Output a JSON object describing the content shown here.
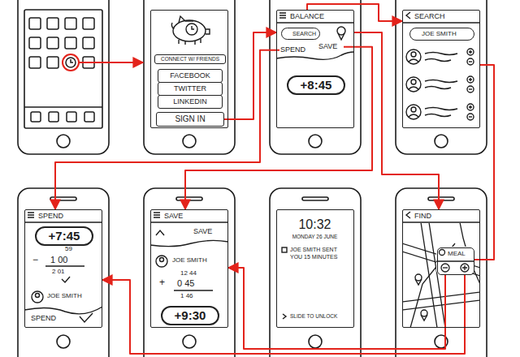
{
  "diagram": {
    "nodes": [
      {
        "text": [
          "CONNECT W/ FRIENDS"
        ]
      },
      {
        "text": [
          "FACEBOOK"
        ],
        "in": 0
      },
      {
        "text": [
          "TWITTER"
        ],
        "in": 0
      },
      {
        "text": [
          "LINKEDIN"
        ],
        "in": 0
      },
      {
        "text": [
          "SIGN IN"
        ],
        "in": 0
      },
      {
        "text": [
          "BALANCE"
        ]
      },
      {
        "text": [
          "SEARCH"
        ],
        "in": 5
      },
      {
        "text": [
          "SPEND"
        ],
        "in": 5
      },
      {
        "text": [
          "SAVE"
        ],
        "in": 5
      },
      {
        "text": [
          "+8:45"
        ],
        "in": 5
      },
      {
        "text": [
          "SEARCH"
        ]
      },
      {
        "text": [
          "JOE SMITH"
        ],
        "in": 10
      },
      {
        "text": [
          "SPEND"
        ]
      },
      {
        "text": [
          "+7:45"
        ],
        "in": 12
      },
      {
        "text": [
          "SAVE"
        ]
      },
      {
        "text": [
          "+9:30"
        ],
        "in": 14
      },
      {
        "text": [
          "10:32",
          "MONDAY 26 JUNE"
        ]
      },
      {
        "text": [
          "JOE SMITH SENT YOU 15 MINUTES"
        ],
        "in": 16
      },
      {
        "text": [
          "FIND"
        ]
      },
      {
        "text": [
          "MEAL"
        ],
        "in": 18
      }
    ],
    "edges": [
      {
        "from": 4,
        "to": 5,
        "arrow": "to"
      },
      {
        "from": 5,
        "to": 10,
        "arrow": "to"
      },
      {
        "from": 7,
        "to": 12,
        "arrow": "to"
      },
      {
        "from": 8,
        "to": 14,
        "arrow": "to"
      },
      {
        "from": 5,
        "to": 18,
        "arrow": "to"
      },
      {
        "from": 10,
        "to": 19,
        "arrow": "none"
      },
      {
        "from": 19,
        "to": 14,
        "arrow": "to"
      },
      {
        "from": 19,
        "to": 12,
        "arrow": "to"
      }
    ],
    "labels": [
      "59",
      "−",
      "1 00",
      "2 01",
      "JOE SMITH",
      "SPEND",
      "SAVE",
      "JOE SMITH",
      "12 44",
      "+",
      "0 45",
      "1 46",
      "SLIDE TO UNLOCK"
    ]
  }
}
